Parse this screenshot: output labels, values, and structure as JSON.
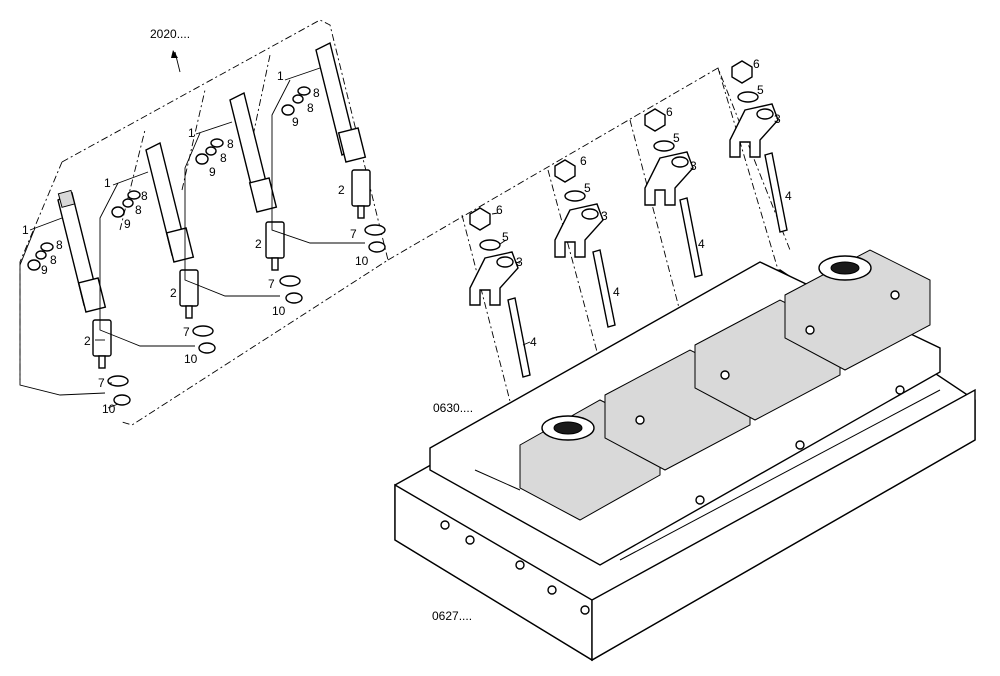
{
  "refs": {
    "assembly_top": "2020....",
    "head_cover": "0630....",
    "head": "0627...."
  },
  "callouts": {
    "injector": "1",
    "sleeve": "2",
    "rocker": "3",
    "stud": "4",
    "washer5": "5",
    "nut": "6",
    "seal7": "7",
    "ring8": "8",
    "plug": "9",
    "seal10": "10"
  }
}
